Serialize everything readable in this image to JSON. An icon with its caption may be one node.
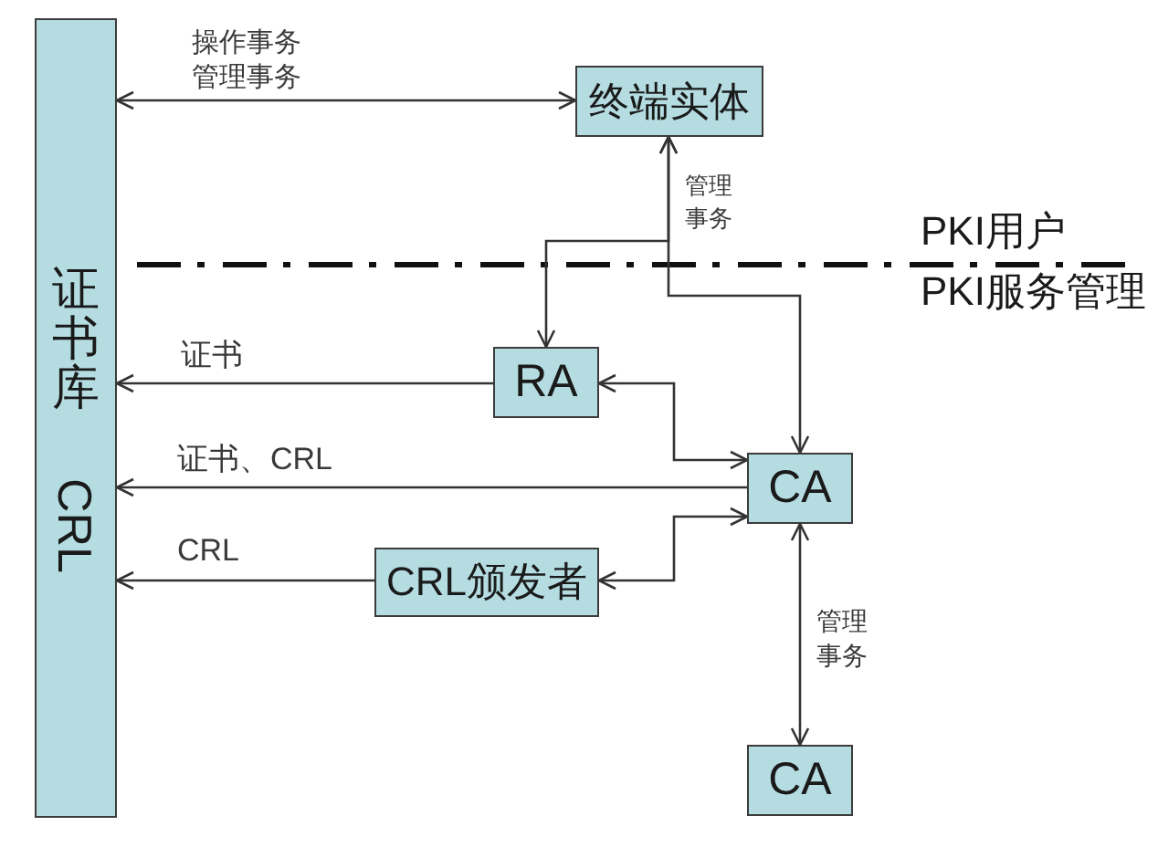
{
  "diagram": {
    "nodes": [
      {
        "text": [
          "证书库",
          "CRL"
        ]
      },
      {
        "text": [
          "终端实体"
        ]
      },
      {
        "text": [
          "RA"
        ]
      },
      {
        "text": [
          "CA"
        ]
      },
      {
        "text": [
          "CRL颁发者"
        ]
      },
      {
        "text": [
          "CA"
        ]
      }
    ],
    "edges": [
      {
        "from": 0,
        "to": 1,
        "arrow": "both",
        "label": "操作事务管理事务"
      },
      {
        "from": 1,
        "to": 3,
        "arrow": "both",
        "label": "管理事务"
      },
      {
        "from": 1,
        "to": 2,
        "arrow": "both"
      },
      {
        "from": 2,
        "to": 0,
        "arrow": "to",
        "label": "证书"
      },
      {
        "from": 2,
        "to": 3,
        "arrow": "both"
      },
      {
        "from": 3,
        "to": 0,
        "arrow": "to",
        "label": "证书、CRL"
      },
      {
        "from": 4,
        "to": 0,
        "arrow": "to",
        "label": "CRL"
      },
      {
        "from": 4,
        "to": 3,
        "arrow": "both"
      },
      {
        "from": 3,
        "to": 5,
        "arrow": "both",
        "label": "管理事务"
      }
    ],
    "labels": [
      "PKI用户",
      "PKI服务管理"
    ]
  }
}
